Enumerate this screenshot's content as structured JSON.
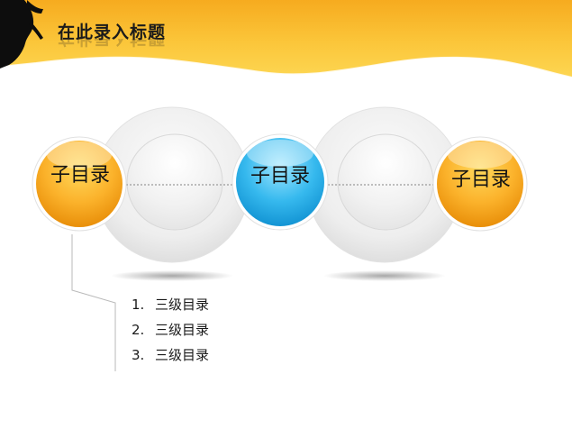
{
  "header": {
    "title": "在此录入标题"
  },
  "bubbles": [
    {
      "label": "子目录",
      "color": "orange"
    },
    {
      "label": "子目录",
      "color": "blue"
    },
    {
      "label": "子目录",
      "color": "orange"
    }
  ],
  "list": {
    "items": [
      {
        "number": "1.",
        "text": "三级目录"
      },
      {
        "number": "2.",
        "text": "三级目录"
      },
      {
        "number": "3.",
        "text": "三级目录"
      }
    ]
  },
  "colors": {
    "header_top": "#f6ac1e",
    "header_bottom": "#fdd652",
    "orange_bubble": "#f6a319",
    "blue_bubble": "#2ab0e8",
    "ring": "#e6e6e6"
  }
}
